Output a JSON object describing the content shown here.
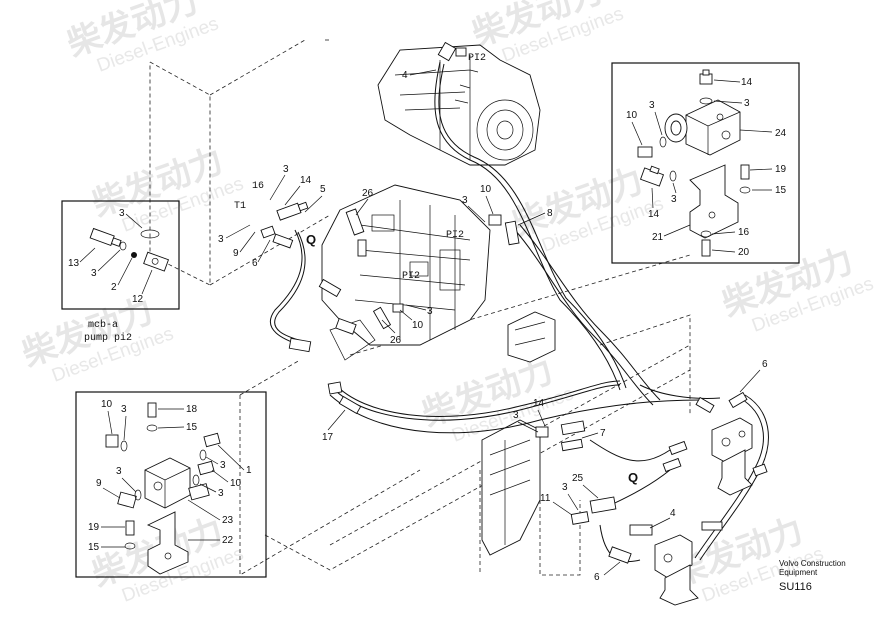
{
  "watermark": {
    "cn": "柴发动力",
    "en": "Diesel-Engines"
  },
  "inset_top_left": {
    "caption_line1": "mcb-a",
    "caption_line2": "pump pi2",
    "labels": [
      "3",
      "13",
      "3",
      "2",
      "12"
    ]
  },
  "main_labels": [
    "4",
    "PI2",
    "16",
    "T1",
    "3",
    "14",
    "5",
    "9",
    "6",
    "3",
    "Q",
    "26",
    "PI2",
    "10",
    "3",
    "8",
    "26",
    "10",
    "3",
    "PI2",
    "17",
    "3",
    "14",
    "7",
    "3",
    "25",
    "11",
    "4",
    "6",
    "6",
    "Q"
  ],
  "inset_right": {
    "labels": [
      "14",
      "3",
      "10",
      "3",
      "24",
      "19",
      "15",
      "14",
      "3",
      "21",
      "16",
      "20"
    ]
  },
  "inset_bottom_left": {
    "labels": [
      "10",
      "3",
      "18",
      "15",
      "1",
      "3",
      "10",
      "3",
      "9",
      "3",
      "23",
      "19",
      "22",
      "15"
    ]
  },
  "footer": {
    "brand_line1": "Volvo Construction",
    "brand_line2": "Equipment",
    "code": "SU116"
  }
}
